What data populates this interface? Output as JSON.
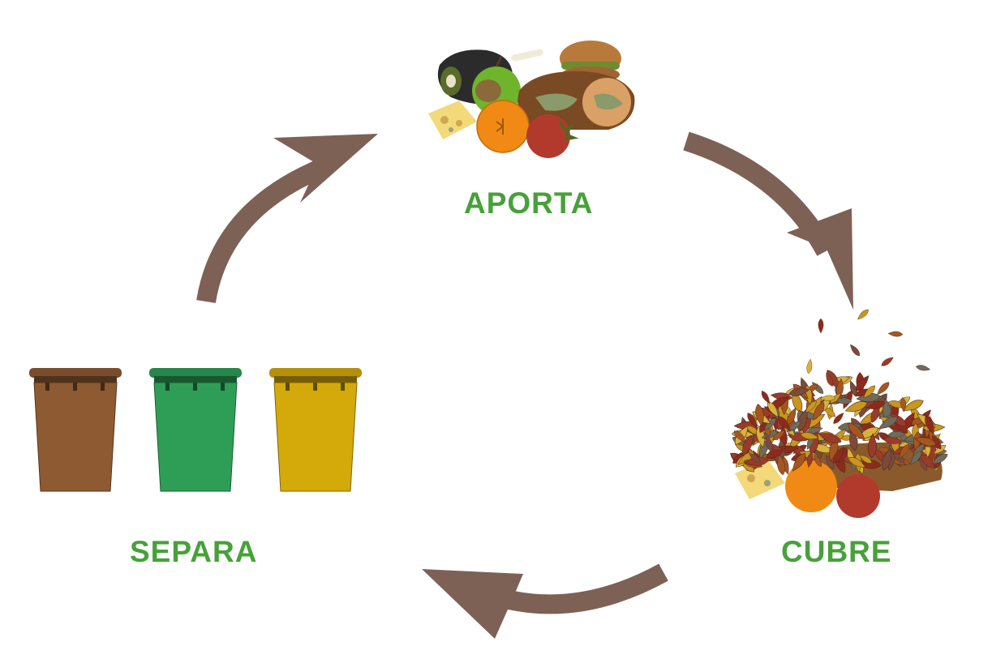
{
  "steps": {
    "aporta": "APORTA",
    "cubre": "CUBRE",
    "separa": "SEPARA"
  },
  "colors": {
    "label": "#47a13a",
    "arrow": "#7d6155",
    "bin_brown": "#8e5a32",
    "bin_green": "#2e9e56",
    "bin_yellow": "#d4a90a"
  },
  "icons": {
    "aporta": "food-waste-icon",
    "cubre": "leaf-covered-waste-icon",
    "separa": "recycling-bins-icon"
  }
}
